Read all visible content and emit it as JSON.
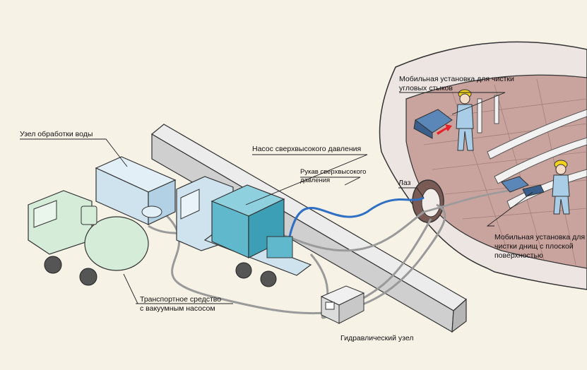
{
  "labels": {
    "water_unit": "Узел обработки воды",
    "hp_pump": "Насос сверхвысокого давления",
    "hp_hose_line1": "Рукав сверхвысокого",
    "hp_hose_line2": "давления",
    "manhole": "Лаз",
    "corner_unit_line1": "Мобильная установка для чистки",
    "corner_unit_line2": "угловых стыков",
    "floor_unit_line1": "Мобильная установка для",
    "floor_unit_line2": "чистки днищ с плоской",
    "floor_unit_line3": "поверхностью",
    "vacuum_truck_line1": "Транспортное средство",
    "vacuum_truck_line2": "с вакуумным насосом",
    "hydraulic_unit": "Гидравлический узел"
  },
  "colors": {
    "background": "#f7f2e6",
    "tank_wall": "#ece5e2",
    "tank_floor": "#c9a39e",
    "barrier": "#d7d7d7",
    "water_unit": "#cfe3ef",
    "pump": "#5fb8cc",
    "truck_blue": "#cfe3ef",
    "vacuum_truck": "#d5ecd9",
    "hose_hp": "#2f6fc4",
    "hose_gray": "#9a9a9a",
    "worker": "#a9cde6",
    "helmet": "#f2d21c",
    "arrow": "#e8202a"
  }
}
